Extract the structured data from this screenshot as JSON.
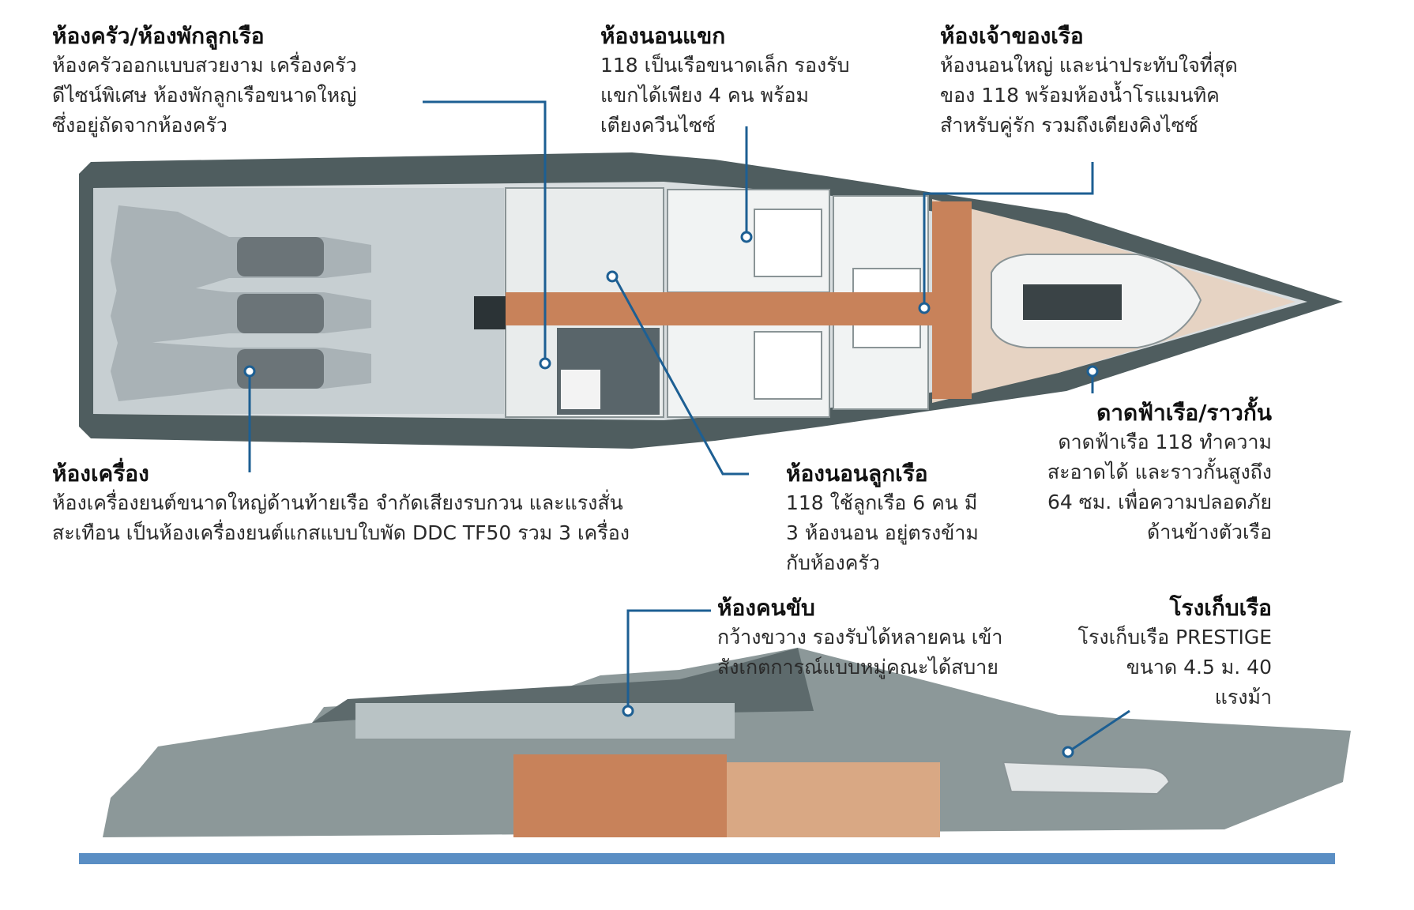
{
  "callouts": {
    "galley": {
      "title": "ห้องครัว/ห้องพักลูกเรือ",
      "body": "ห้องครัวออกแบบสวยงาม  เครื่องครัว\nดีไซน์พิเศษ ห้องพักลูกเรือขนาดใหญ่\nซึ่งอยู่ถัดจากห้องครัว"
    },
    "guest": {
      "title": "ห้องนอนแขก",
      "body": "118 เป็นเรือขนาดเล็ก รองรับ\nแขกได้เพียง  4  คน  พร้อม\nเตียงควีนไซซ์"
    },
    "owner": {
      "title": "ห้องเจ้าของเรือ",
      "body": "ห้องนอนใหญ่ และน่าประทับใจที่สุด\nของ  118  พร้อมห้องน้ำโรแมนทิค\nสำหรับคู่รัก รวมถึงเตียงคิงไซซ์"
    },
    "engine": {
      "title": "ห้องเครื่อง",
      "body": "ห้องเครื่องยนต์ขนาดใหญ่ด้านท้ายเรือ  จำกัดเสียงรบกวน  และแรงสั่น\nสะเทือน  เป็นห้องเครื่องยนต์แกสแบบใบพัด DDC TF50 รวม 3 เครื่อง"
    },
    "crew": {
      "title": "ห้องนอนลูกเรือ",
      "body": "118 ใช้ลูกเรือ 6 คน มี\n3 ห้องนอน อยู่ตรงข้าม\nกับห้องครัว"
    },
    "deck": {
      "title": "ดาดฟ้าเรือ/ราวกั้น",
      "body": "ดาดฟ้าเรือ 118 ทำความ\nสะอาดได้ และราวกั้นสูงถึง\n64 ซม. เพื่อความปลอดภัย\nด้านข้างตัวเรือ"
    },
    "bridge": {
      "title": "ห้องคนขับ",
      "body": "กว้างขวาง รองรับได้หลายคน เข้า\nสังเกตการณ์แบบหมู่คณะได้สบาย"
    },
    "tender": {
      "title": "โรงเก็บเรือ",
      "body": "โรงเก็บเรือ PRESTIGE\nขนาด 4.5 ม. 40\nแรงม้า"
    }
  },
  "colors": {
    "hull": "#4f5d5f",
    "interior": "#d9dee0",
    "wood": "#c8825a",
    "leader": "#1d5f93",
    "water": "#5a8ec4"
  }
}
